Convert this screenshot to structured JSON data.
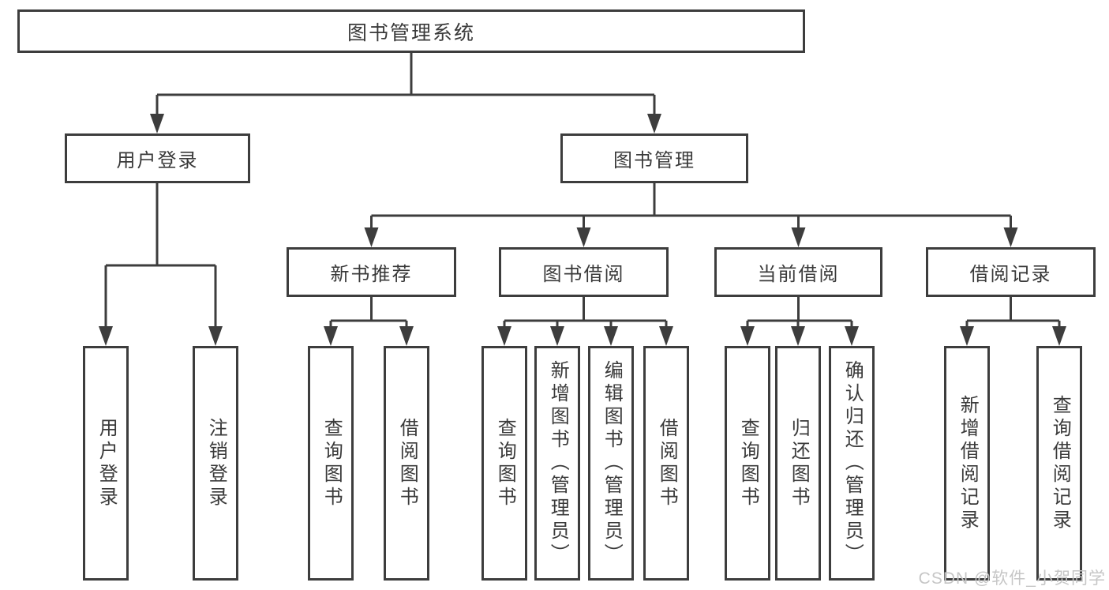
{
  "diagram": {
    "title": "图书管理系统",
    "branches": {
      "user_login": {
        "label": "用户登录",
        "children": [
          "用户登录",
          "注销登录"
        ]
      },
      "book_mgmt": {
        "label": "图书管理",
        "sections": {
          "new_books": {
            "label": "新书推荐",
            "children": [
              "查询图书",
              "借阅图书"
            ]
          },
          "book_borrow": {
            "label": "图书借阅",
            "children": [
              "查询图书",
              "新增图书（管理员）",
              "编辑图书（管理员）",
              "借阅图书"
            ]
          },
          "current_borrow": {
            "label": "当前借阅",
            "children": [
              "查询图书",
              "归还图书",
              "确认归还（管理员）"
            ]
          },
          "borrow_records": {
            "label": "借阅记录",
            "children": [
              "新增借阅记录",
              "查询借阅记录"
            ]
          }
        }
      }
    },
    "line_color": "#3d3d3d",
    "text_color": "#3a3a3a"
  },
  "watermark": "CSDN @软件_小贺同学"
}
